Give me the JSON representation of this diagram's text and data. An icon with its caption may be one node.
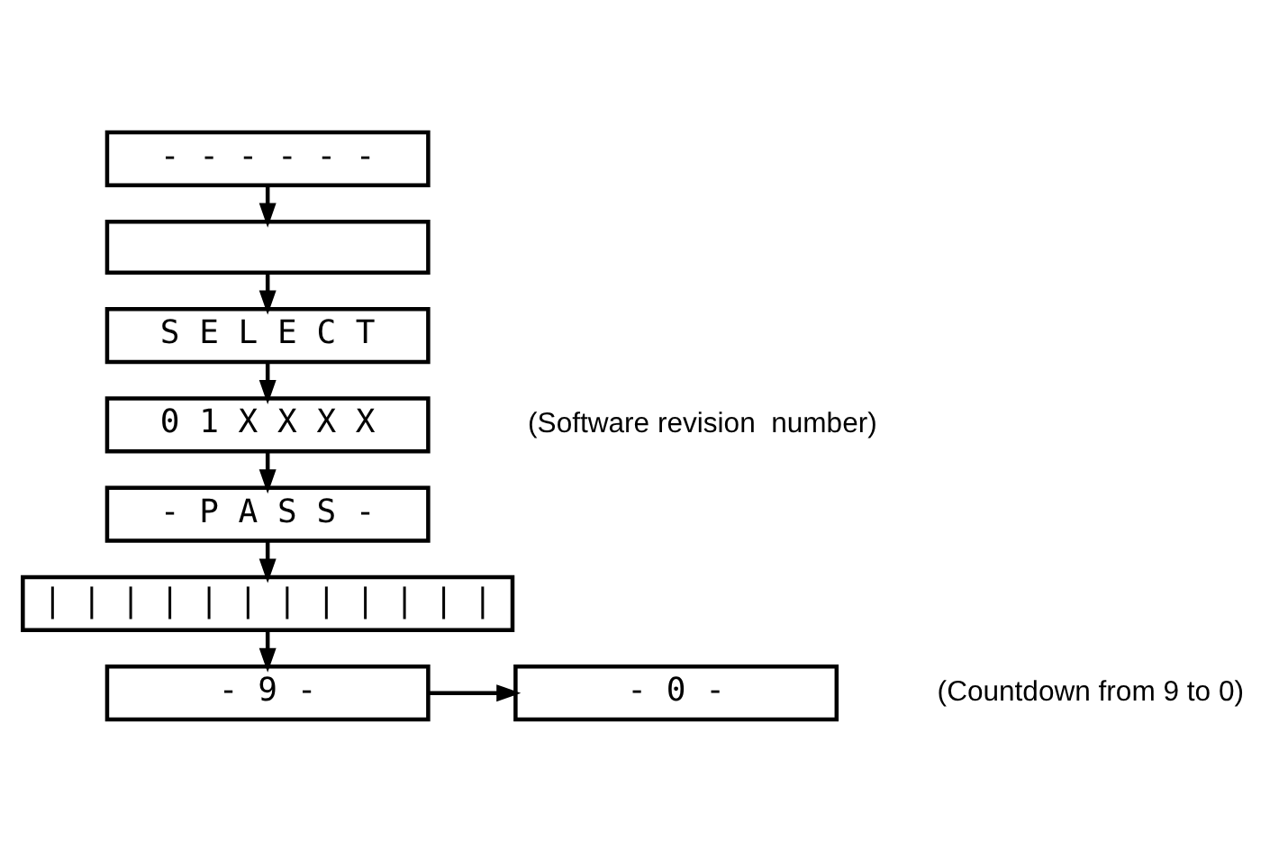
{
  "diagram": {
    "nodes": [
      {
        "text": [
          "- - - - - -"
        ]
      },
      {
        "text": [],
        "shape": "box"
      },
      {
        "text": [
          "S E L E C T"
        ]
      },
      {
        "text": [
          "0 1 X X X X"
        ],
        "beside": [
          "(Software revision  number)"
        ]
      },
      {
        "text": [
          "- P A S S -"
        ]
      },
      {
        "text": [
          "| | | | | | | | | | | |"
        ]
      },
      {
        "text": [
          "- 9 -"
        ]
      },
      {
        "text": [
          "- 0 -"
        ],
        "beside": [
          "(Countdown from 9 to 0)"
        ]
      }
    ],
    "edges": [
      {
        "from": 0,
        "to": 1,
        "arrow": "to"
      },
      {
        "from": 1,
        "to": 2,
        "arrow": "to"
      },
      {
        "from": 2,
        "to": 3,
        "arrow": "to"
      },
      {
        "from": 3,
        "to": 4,
        "arrow": "to"
      },
      {
        "from": 4,
        "to": 5,
        "arrow": "to"
      },
      {
        "from": 5,
        "to": 6,
        "arrow": "to"
      },
      {
        "from": 6,
        "to": 7,
        "arrow": "to"
      }
    ]
  }
}
